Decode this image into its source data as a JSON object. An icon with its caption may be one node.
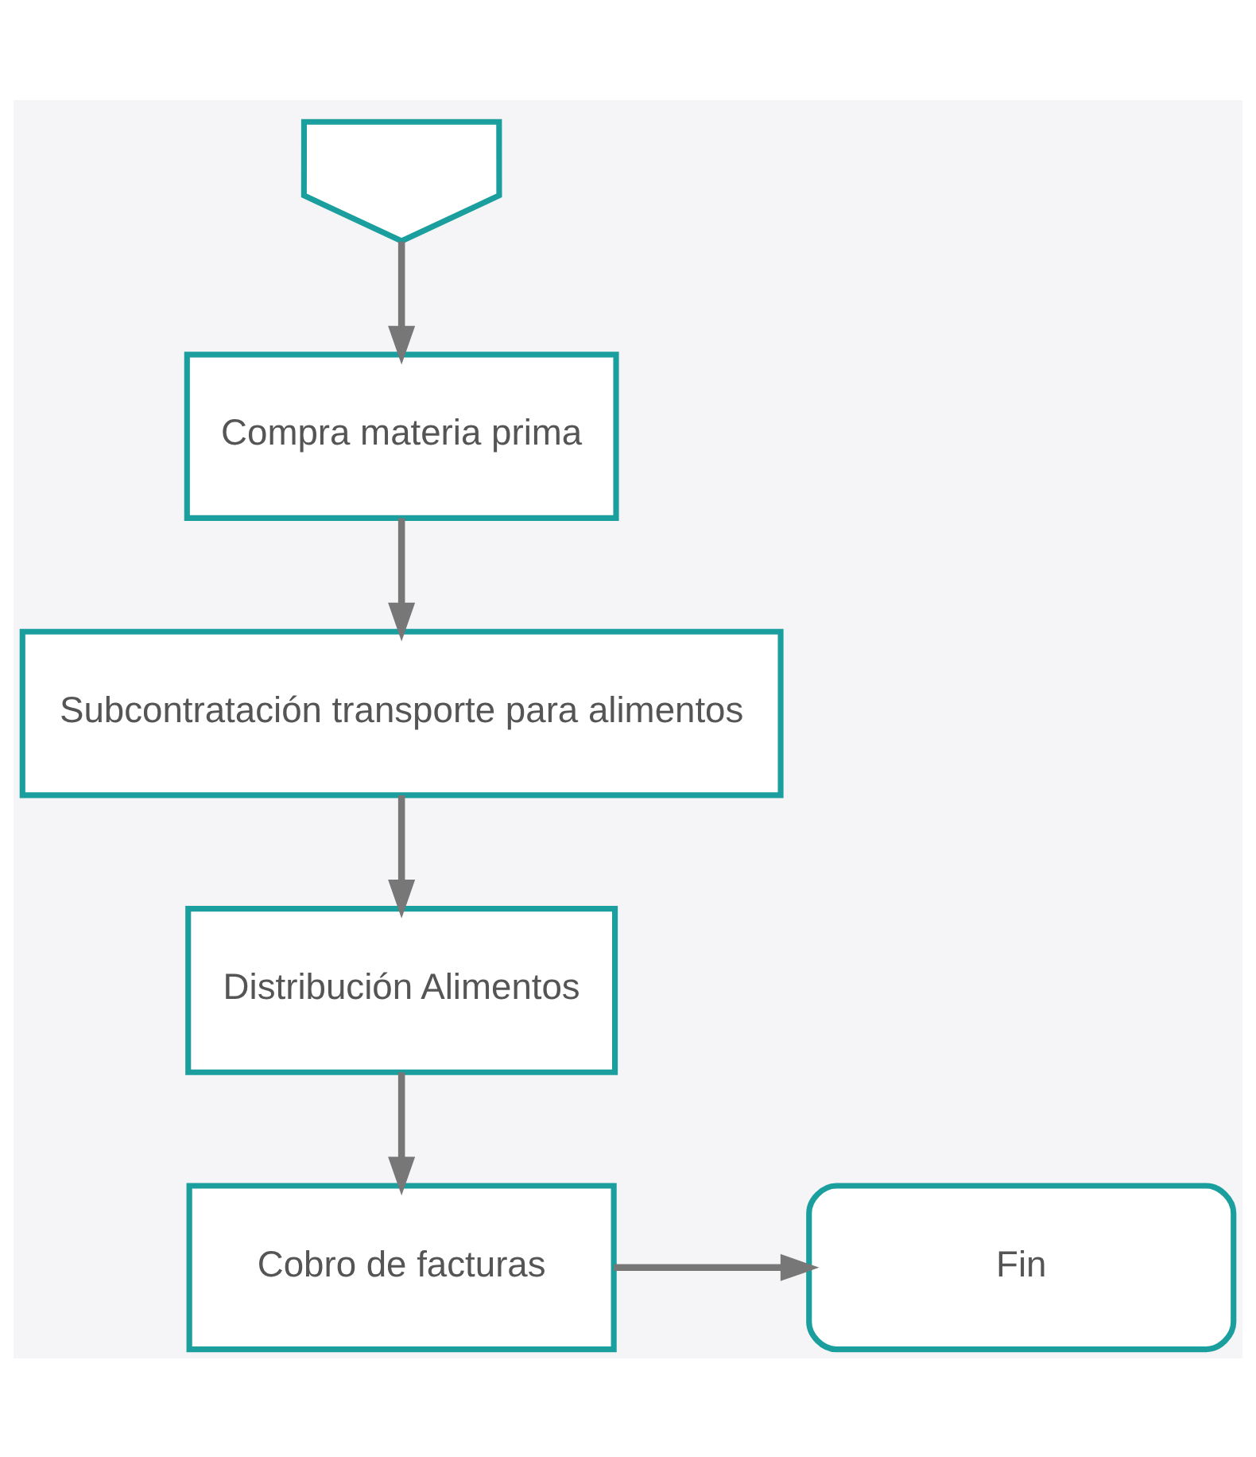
{
  "diagram": {
    "nodes": [
      {
        "text": [],
        "shape": "pentagon"
      },
      {
        "text": [
          "Compra materia prima"
        ]
      },
      {
        "text": [
          "Subcontratación transporte para alimentos"
        ]
      },
      {
        "text": [
          "Distribución Alimentos"
        ]
      },
      {
        "text": [
          "Cobro de facturas"
        ]
      },
      {
        "text": [
          "Fin"
        ]
      }
    ],
    "edges": [
      {
        "from": 0,
        "to": 1,
        "arrow": "to"
      },
      {
        "from": 1,
        "to": 2,
        "arrow": "to"
      },
      {
        "from": 2,
        "to": 3,
        "arrow": "to"
      },
      {
        "from": 3,
        "to": 4,
        "arrow": "to"
      },
      {
        "from": 4,
        "to": 5,
        "arrow": "to"
      }
    ]
  }
}
